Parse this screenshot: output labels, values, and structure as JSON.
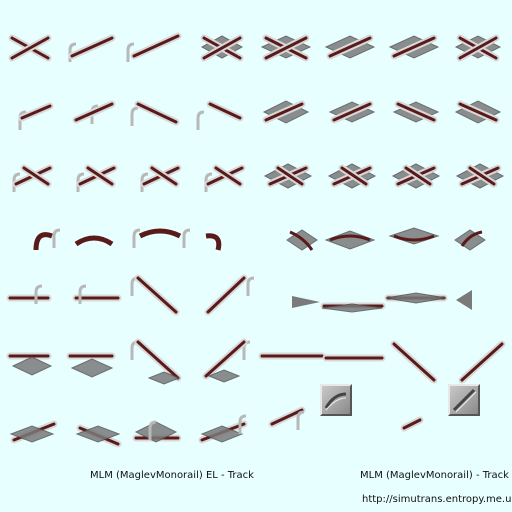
{
  "labels": {
    "elevated_track": "MLM (MaglevMonorail) EL - Track",
    "ground_track": "MLM (MaglevMonorail) - Track",
    "website": "http://simutrans.entropy.me.uk"
  },
  "colors": {
    "background": "#e8ffff",
    "rail": "#5a1a1a",
    "rail_edge": "#d8d8d8",
    "gravel": "#7a7a7a",
    "support": "#b8b8b8",
    "button": "#9a9a9a"
  },
  "icons": {
    "curve_icon": "curve-track-icon",
    "straight_icon": "straight-track-icon"
  }
}
